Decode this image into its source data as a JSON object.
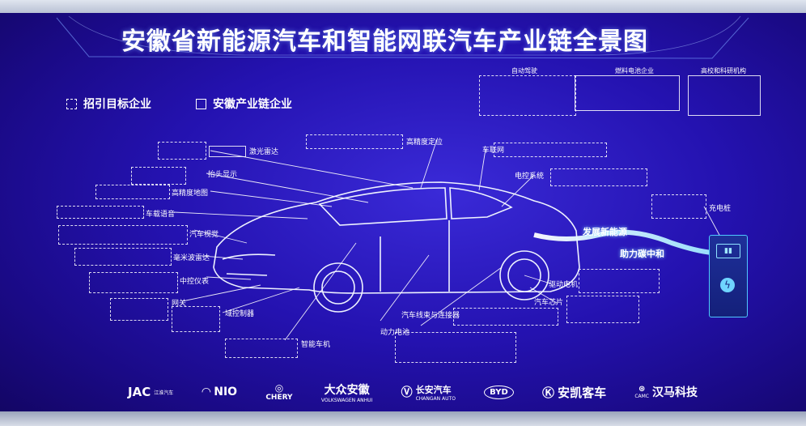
{
  "title": "安徽省新能源汽车和智能网联汽车产业链全景图",
  "legend": {
    "target": "招引目标企业",
    "anhui": "安徽产业链企业"
  },
  "top_categories": {
    "autodrive": "自动驾驶",
    "fuelcell": "燃料电池企业",
    "research": "高校和科研机构"
  },
  "left_labels": [
    "激光雷达",
    "抬头显示",
    "高精度地图",
    "车载语音",
    "汽车视觉",
    "毫米波雷达",
    "中控仪表",
    "网关",
    "域控制器",
    "智能车机"
  ],
  "mid_labels": {
    "positioning": "高精度定位",
    "iov": "车联网",
    "ecs": "电控系统",
    "charging": "充电桩",
    "motor": "驱动电机",
    "chip": "汽车芯片",
    "harness": "汽车线束与连接器",
    "battery": "动力电池"
  },
  "slogans": {
    "develop": "发展新能源",
    "carbon": "助力碳中和"
  },
  "logos": {
    "jac": "JAC",
    "jac_sub": "江淮汽车",
    "nio": "NIO",
    "chery": "CHERY",
    "vw": "大众安徽",
    "vw_sub": "VOLKSWAGEN ANHUI",
    "changan": "长安汽车",
    "changan_sub": "CHANGAN AUTO",
    "byd": "BYD",
    "ankai": "安凯客车",
    "hanma": "汉马科技",
    "hanma_prefix": "CAMC"
  }
}
